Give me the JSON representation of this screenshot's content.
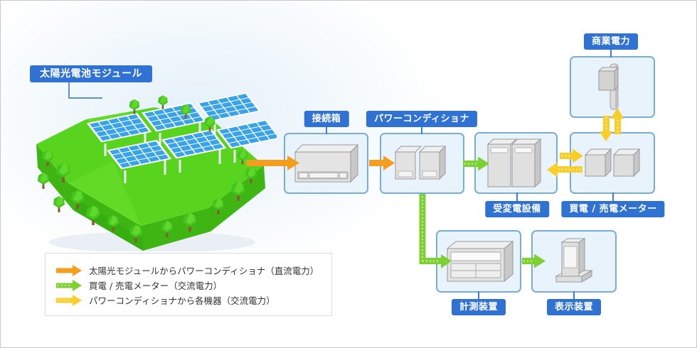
{
  "nodes": {
    "solar": {
      "label": "太陽光電池モジュール"
    },
    "junction": {
      "label": "接続箱"
    },
    "power_conditioner": {
      "label": "パワーコンディショナ"
    },
    "substation": {
      "label": "受変電設備"
    },
    "meter": {
      "label": "買電 / 売電メーター"
    },
    "commercial_power": {
      "label": "商業電力"
    },
    "measurement": {
      "label": "計測装置"
    },
    "display": {
      "label": "表示装置"
    }
  },
  "legend": {
    "items": [
      {
        "arrow": "orange",
        "color": "#f59d1d",
        "label": "太陽光モジュールからパワーコンディショナ（直流電力）"
      },
      {
        "arrow": "green",
        "color": "#7dd133",
        "label": "買電 / 売電メーター（交流電力）"
      },
      {
        "arrow": "yellow",
        "color": "#f8ce29",
        "label": "パワーコンディショナから各機器（交流電力）"
      }
    ]
  },
  "colors": {
    "badge_blue": "#2f72d4",
    "node_fill": "#e9f3fc",
    "node_border": "#79add9",
    "arrow_orange": "#f59d1d",
    "arrow_green": "#7dd133",
    "arrow_yellow": "#f8ce29"
  }
}
